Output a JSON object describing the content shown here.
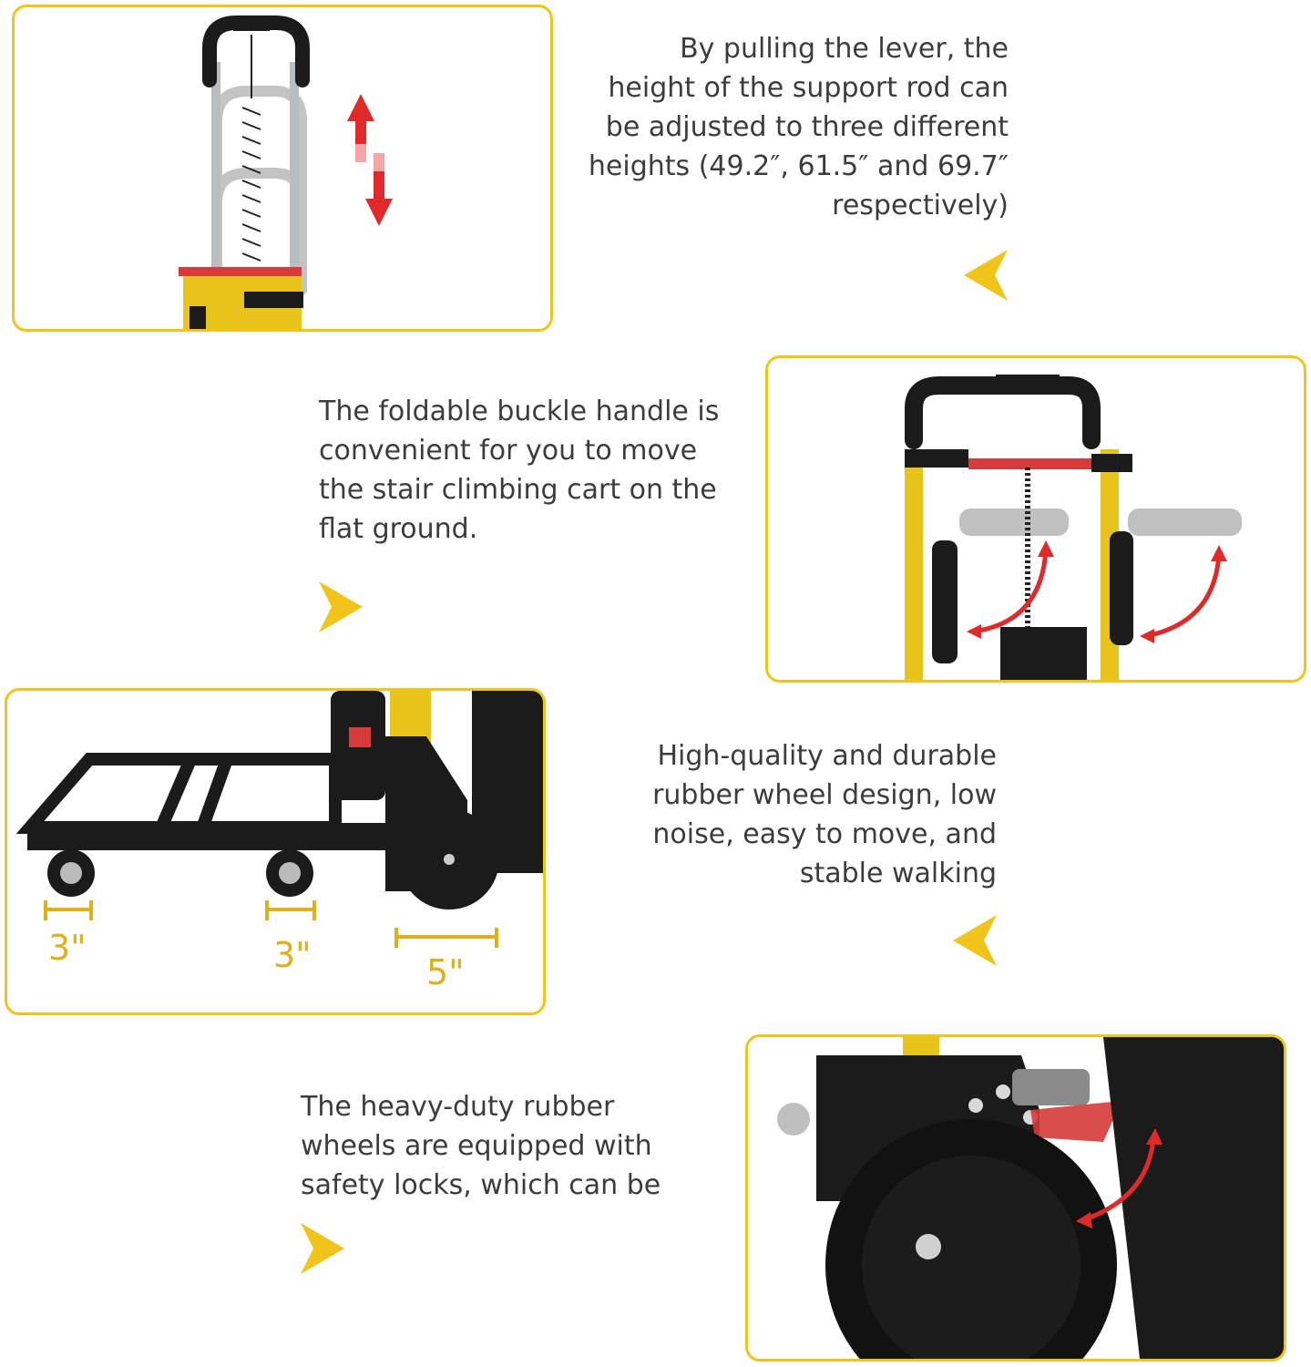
{
  "colors": {
    "accent": "#f0c419",
    "frame_yellow": "#e8c31a",
    "arrow_red": "#e02a2a",
    "metal_black": "#1b1b1b",
    "text": "#3c3c3c"
  },
  "sections": [
    {
      "id": "height-adjust",
      "caption": "By pulling the lever, the\nheight of the support rod can\nbe adjusted to three different\nheights (49.2″, 61.5″ and 69.7″\nrespectively)",
      "pointer_icon": "yellow-triangle-pointer-left"
    },
    {
      "id": "foldable-handle",
      "caption": "The foldable buckle handle is\nconvenient for you to move\nthe stair climbing cart on the\nflat ground.",
      "pointer_icon": "yellow-triangle-pointer-right"
    },
    {
      "id": "rubber-wheels",
      "caption": "High-quality and durable\nrubber wheel design, low\nnoise, easy to move, and\nstable walking",
      "pointer_icon": "yellow-triangle-pointer-left",
      "dimensions": [
        "3\"",
        "3\"",
        "5\""
      ]
    },
    {
      "id": "safety-locks",
      "caption": "The heavy-duty rubber\nwheels are equipped with\nsafety locks, which can be",
      "pointer_icon": "yellow-triangle-pointer-right"
    }
  ]
}
